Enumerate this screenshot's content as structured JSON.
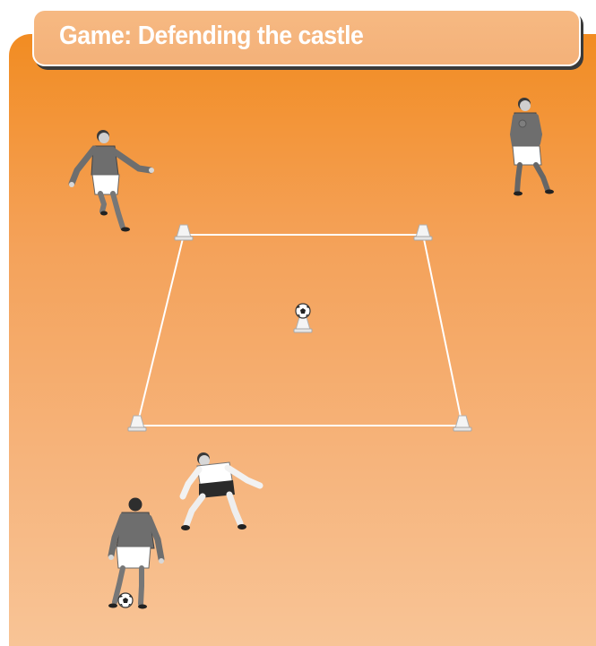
{
  "title": "Game: Defending the castle",
  "colors": {
    "panel_top": "#f28c22",
    "panel_bottom": "#f8c496",
    "title_fill": "#f5b47c",
    "shirt_dark": "#6e6e6e",
    "kit_light": "#ffffff",
    "area_line": "#ffffff"
  },
  "elements": {
    "area": "square-playing-area",
    "cones": [
      "cone",
      "cone",
      "cone",
      "cone"
    ],
    "castle": "ball-on-cone",
    "attackers": [
      "player-grey-shirt",
      "player-grey-shirt",
      "player-grey-shirt-with-ball"
    ],
    "defender": "player-white-kit"
  }
}
